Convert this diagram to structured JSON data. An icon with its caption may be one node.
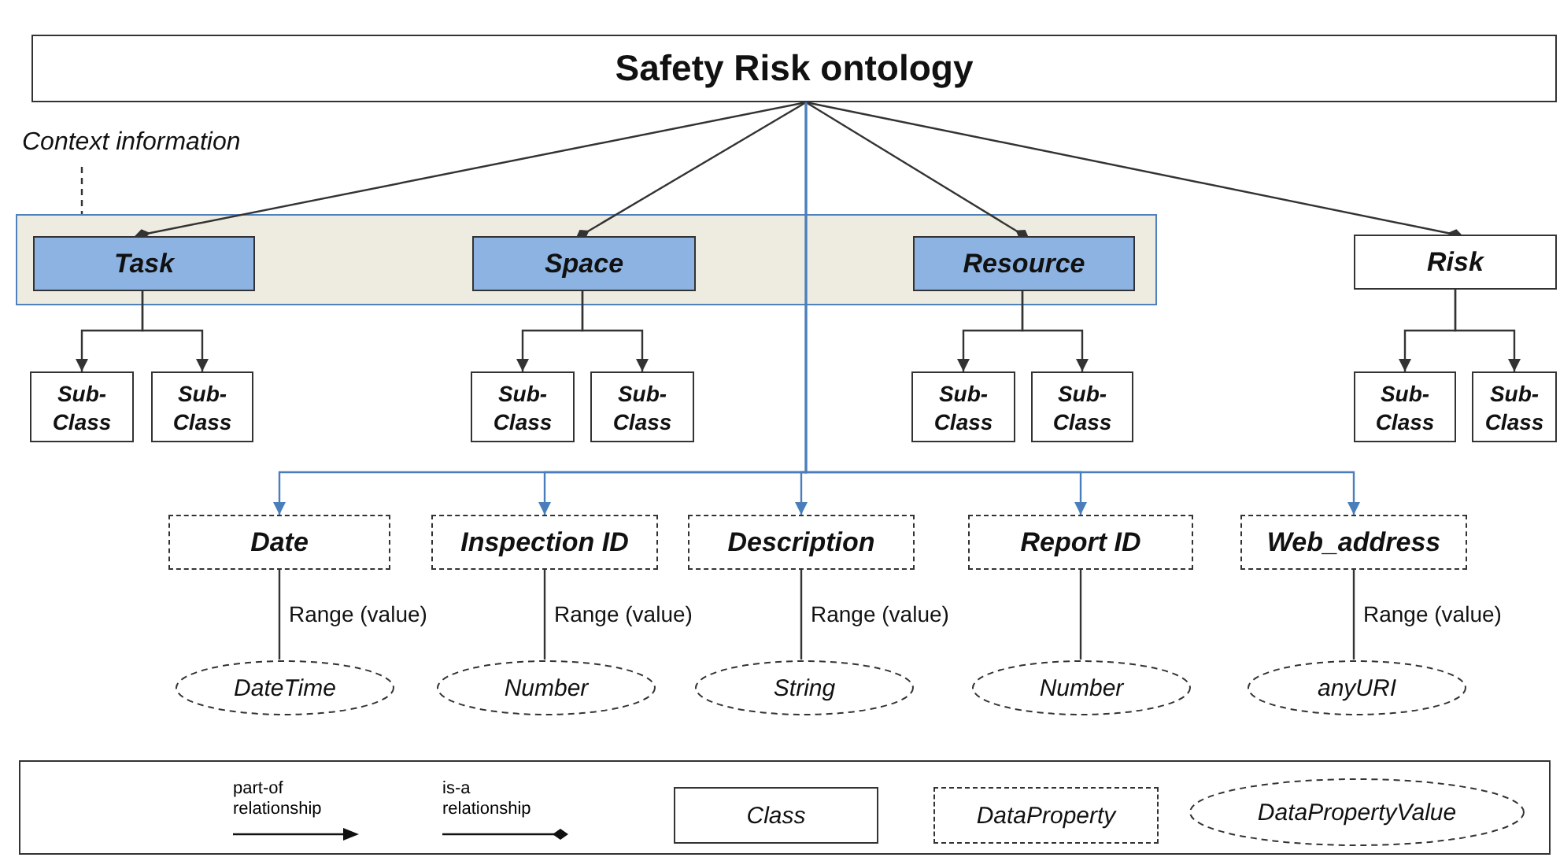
{
  "diagram": {
    "nodes": [
      {
        "text": [
          "Safety Risk ontology"
        ]
      },
      {
        "text": [
          "Context information"
        ]
      },
      {
        "text": [],
        "shape": "box"
      },
      {
        "text": [
          "Task"
        ],
        "in": 2
      },
      {
        "text": [
          "Space"
        ],
        "in": 2
      },
      {
        "text": [
          "Resource"
        ],
        "in": 2
      },
      {
        "text": [
          "Risk"
        ]
      },
      {
        "text": [
          "Sub-Class"
        ]
      },
      {
        "text": [
          "Sub-Class"
        ]
      },
      {
        "text": [
          "Sub-Class"
        ]
      },
      {
        "text": [
          "Sub-Class"
        ]
      },
      {
        "text": [
          "Sub-Class"
        ]
      },
      {
        "text": [
          "Sub-Class"
        ]
      },
      {
        "text": [
          "Sub-Class"
        ]
      },
      {
        "text": [
          "Sub-Class"
        ]
      },
      {
        "text": [
          "Date"
        ]
      },
      {
        "text": [
          "Inspection ID"
        ]
      },
      {
        "text": [
          "Description"
        ]
      },
      {
        "text": [
          "Report ID"
        ]
      },
      {
        "text": [
          "Web_address"
        ]
      },
      {
        "text": [
          "DateTime"
        ]
      },
      {
        "text": [
          "Number"
        ]
      },
      {
        "text": [
          "String"
        ]
      },
      {
        "text": [
          "Number"
        ]
      },
      {
        "text": [
          "anyURI"
        ]
      }
    ],
    "edges": [
      {
        "from": 1,
        "to": 2,
        "arrow": "none",
        "style": "dashed"
      },
      {
        "from": 0,
        "to": 3,
        "arrow": "other"
      },
      {
        "from": 0,
        "to": 4,
        "arrow": "other"
      },
      {
        "from": 0,
        "to": 5,
        "arrow": "other"
      },
      {
        "from": 0,
        "to": 6,
        "arrow": "other"
      },
      {
        "from": 3,
        "to": 7,
        "arrow": "to"
      },
      {
        "from": 3,
        "to": 8,
        "arrow": "to"
      },
      {
        "from": 4,
        "to": 9,
        "arrow": "to"
      },
      {
        "from": 4,
        "to": 10,
        "arrow": "to"
      },
      {
        "from": 5,
        "to": 11,
        "arrow": "to"
      },
      {
        "from": 5,
        "to": 12,
        "arrow": "to"
      },
      {
        "from": 6,
        "to": 13,
        "arrow": "to"
      },
      {
        "from": 6,
        "to": 14,
        "arrow": "to"
      },
      {
        "from": 0,
        "to": 15,
        "arrow": "to",
        "color": "#4a7ebb"
      },
      {
        "from": 0,
        "to": 16,
        "arrow": "to",
        "color": "#4a7ebb"
      },
      {
        "from": 0,
        "to": 17,
        "arrow": "to",
        "color": "#4a7ebb"
      },
      {
        "from": 0,
        "to": 18,
        "arrow": "to",
        "color": "#4a7ebb"
      },
      {
        "from": 0,
        "to": 19,
        "arrow": "to",
        "color": "#4a7ebb"
      },
      {
        "from": 15,
        "to": 20,
        "arrow": "none",
        "label": "Range (value)"
      },
      {
        "from": 16,
        "to": 21,
        "arrow": "none",
        "label": "Range (value)"
      },
      {
        "from": 17,
        "to": 22,
        "arrow": "none",
        "label": "Range (value)"
      },
      {
        "from": 18,
        "to": 23,
        "arrow": "none"
      },
      {
        "from": 19,
        "to": 24,
        "arrow": "none",
        "label": "Range (value)"
      }
    ],
    "legend": [
      {
        "text": "part-of relationship"
      },
      {
        "text": "is-a relationship"
      },
      {
        "text": "Class"
      },
      {
        "text": "DataProperty"
      },
      {
        "text": "DataPropertyValue"
      }
    ]
  }
}
